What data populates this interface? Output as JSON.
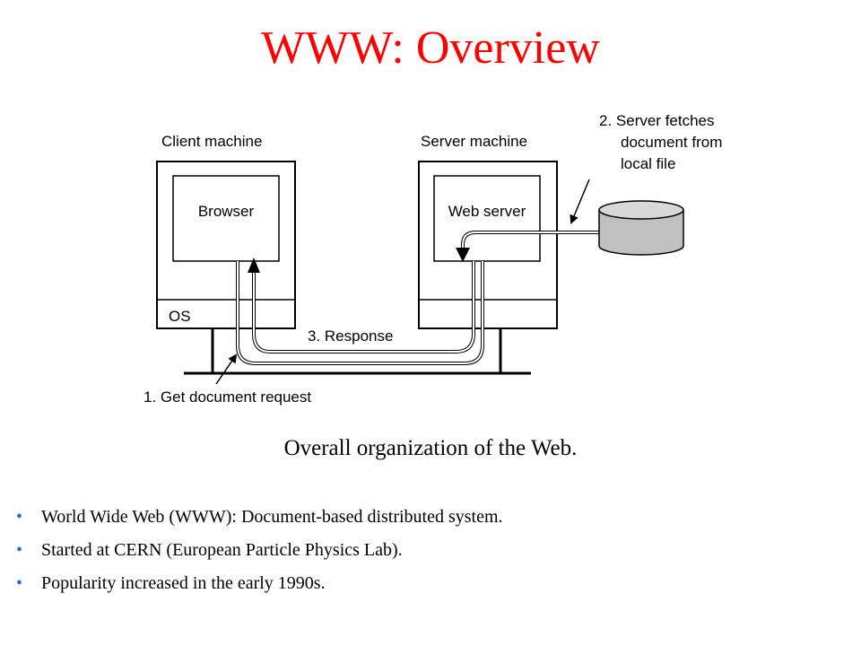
{
  "slide": {
    "title": "WWW: Overview",
    "title_color": "#ff0000"
  },
  "diagram": {
    "client_label": "Client machine",
    "server_label": "Server machine",
    "browser_label": "Browser",
    "webserver_label": "Web server",
    "os_label": "OS",
    "step1_label": "1. Get document request",
    "step2_lines": [
      "2. Server fetches",
      "document from",
      "local file"
    ],
    "step3_label": "3. Response",
    "disk_color": "#c0c0c0"
  },
  "caption": "Overall organization of the Web.",
  "bullets": [
    "World Wide Web (WWW): Document-based distributed system.",
    "Started at CERN (European Particle Physics Lab).",
    "Popularity increased in the early 1990s."
  ],
  "bullet_color": "#2e6bc4"
}
